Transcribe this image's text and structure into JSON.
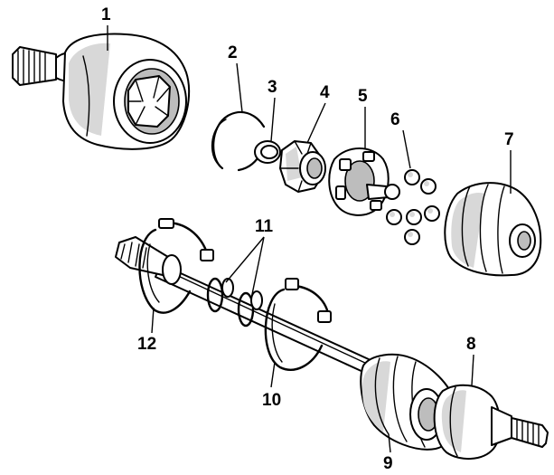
{
  "callouts": [
    {
      "id": "1",
      "text": "1"
    },
    {
      "id": "2",
      "text": "2"
    },
    {
      "id": "3",
      "text": "3"
    },
    {
      "id": "4",
      "text": "4"
    },
    {
      "id": "5",
      "text": "5"
    },
    {
      "id": "6",
      "text": "6"
    },
    {
      "id": "7",
      "text": "7"
    },
    {
      "id": "8",
      "text": "8"
    },
    {
      "id": "9",
      "text": "9"
    },
    {
      "id": "10",
      "text": "10"
    },
    {
      "id": "11",
      "text": "11"
    },
    {
      "id": "12",
      "text": "12"
    }
  ],
  "colors": {
    "ink": "#000000",
    "paper": "#ffffff",
    "shade": "#d8d8d8"
  }
}
